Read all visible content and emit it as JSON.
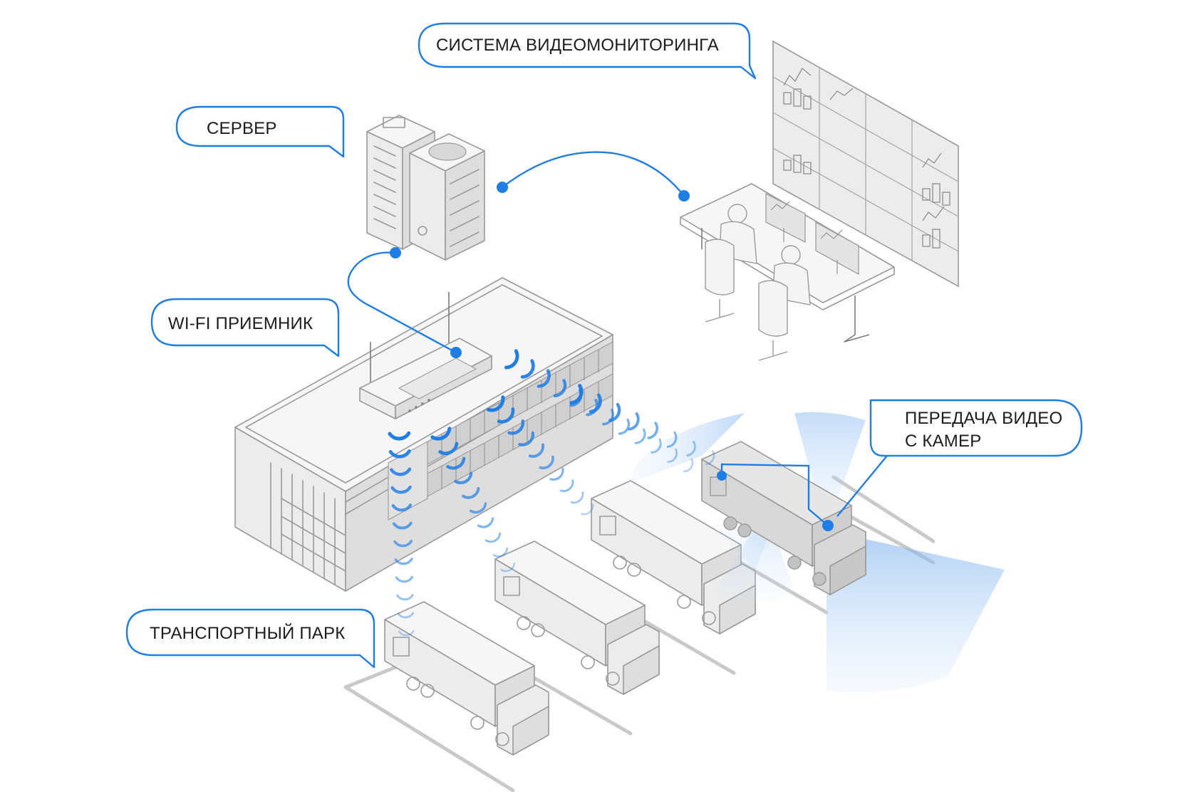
{
  "callouts": {
    "monitoring": "СИСТЕМА ВИДЕОМОНИТОРИНГА",
    "server": "СЕРВЕР",
    "wifi": "WI-FI ПРИЕМНИК",
    "transmission_line1": "ПЕРЕДАЧА ВИДЕО",
    "transmission_line2": "С КАМЕР",
    "fleet": "ТРАНСПОРТНЫЙ ПАРК"
  },
  "colors": {
    "accent": "#1f7de6",
    "line": "#9a9a9a",
    "coverage": "#a9cdf3"
  }
}
